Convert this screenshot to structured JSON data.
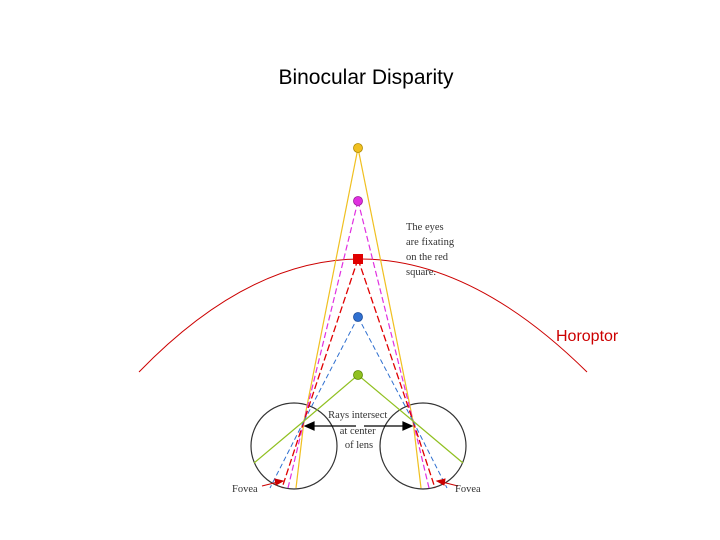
{
  "slide": {
    "title": "Binocular Disparity"
  },
  "diagram": {
    "eyes_note_lines": [
      "The eyes",
      "are fixating",
      "on the red",
      "square."
    ],
    "rays_note_lines": [
      "Rays intersect",
      "at center",
      "of lens"
    ],
    "horopter_label": "Horoptor",
    "fovea_left_label": "Fovea",
    "fovea_right_label": "Fovea",
    "colors": {
      "yellow": "#f0c020",
      "magenta": "#e030e0",
      "red": "#e00000",
      "blue": "#3070d0",
      "green": "#90c020",
      "horopter": "#cc0000",
      "eye_outline": "#333333"
    }
  }
}
